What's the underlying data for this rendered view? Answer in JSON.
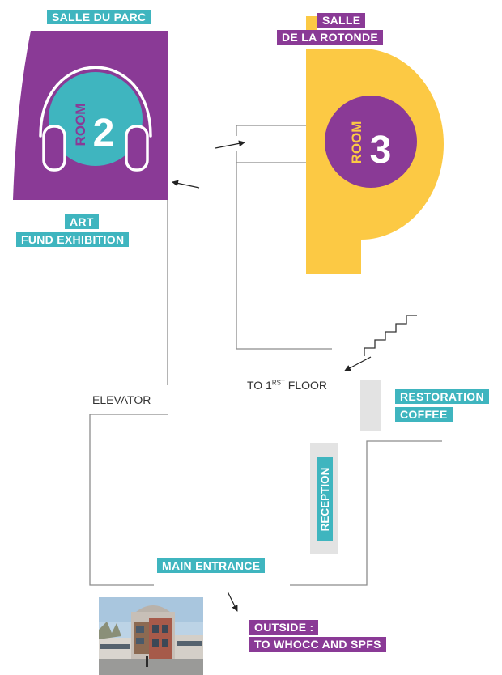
{
  "colors": {
    "purple": "#8a3a96",
    "yellow": "#fcc944",
    "teal": "#3fb5bf",
    "reception_gray": "#e3e3e3",
    "line": "#8c8c8c"
  },
  "rooms": {
    "room2": {
      "title": "SALLE DU PARC",
      "room_word": "ROOM",
      "number": "2",
      "icon": "headphones-icon",
      "exhibit_line1": "ART",
      "exhibit_line2": "FUND EXHIBITION"
    },
    "room3": {
      "title_line1": "SALLE",
      "title_line2": "DE LA ROTONDE",
      "room_word": "ROOM",
      "number": "3"
    }
  },
  "labels": {
    "elevator": "ELEVATOR",
    "stairs_prefix": "TO 1",
    "stairs_sup": "RST",
    "stairs_suffix": " FLOOR",
    "restoration_line1": "RESTORATION",
    "restoration_line2": "COFFEE",
    "reception": "RECEPTION",
    "main_entrance": "MAIN ENTRANCE",
    "outside_line1": "OUTSIDE :",
    "outside_line2": "TO WHOCC AND SPFS"
  },
  "icons": {
    "arrows": "arrow-icon",
    "stairs": "stairs-icon",
    "photo": "building-photo"
  }
}
